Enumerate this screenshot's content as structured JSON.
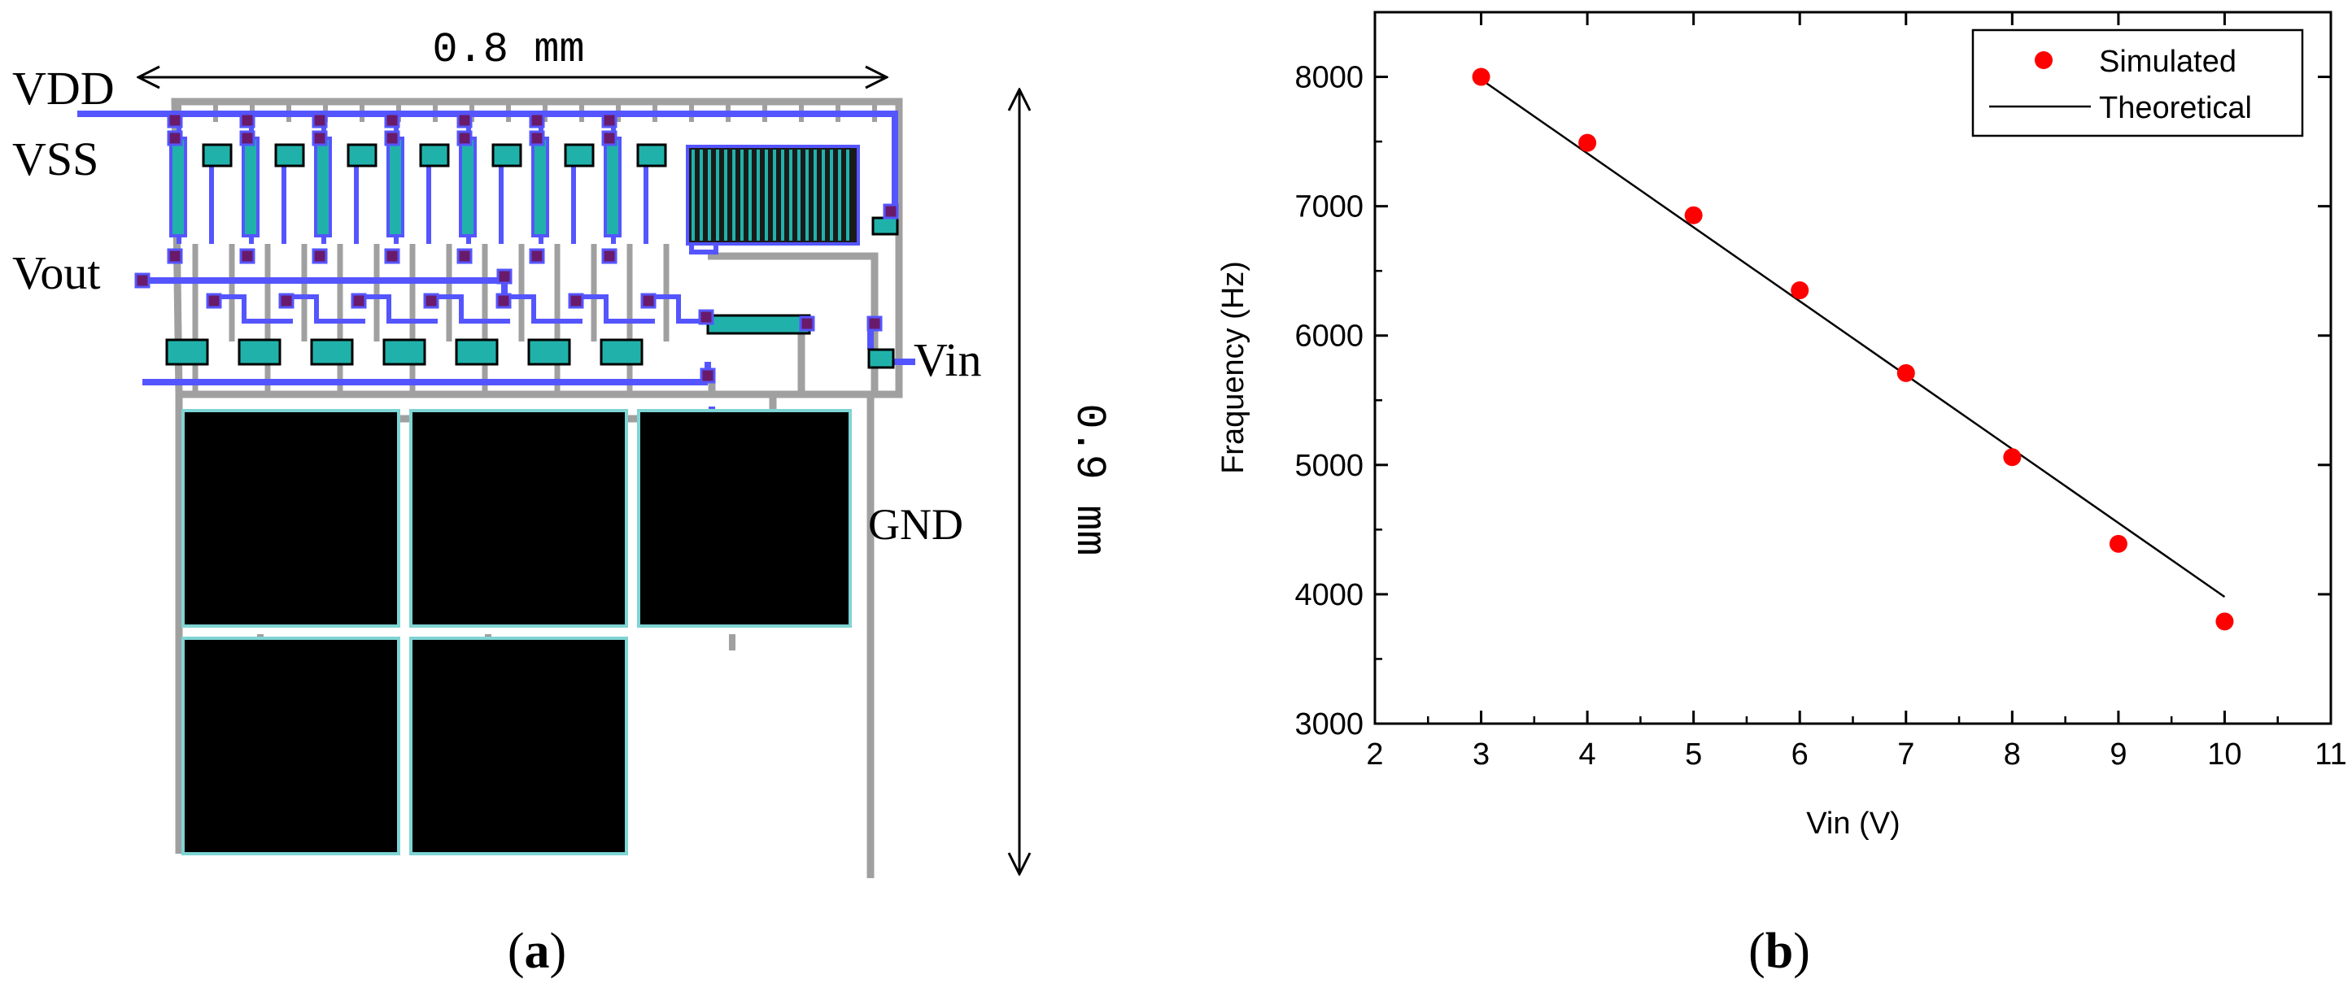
{
  "panel_a": {
    "label_open": "(",
    "label_letter": "a",
    "label_close": ")",
    "width_dim": "0.8  mm",
    "height_dim": "0.9  mm",
    "pins": {
      "vdd": "VDD",
      "vss": "VSS",
      "vout": "Vout",
      "vin": "Vin",
      "gnd": "GND"
    },
    "colors": {
      "metal": "#5555ff",
      "poly": "#a0a0a0",
      "device": "#20b2aa",
      "contact": "#6a1a6a",
      "pad": "#000000",
      "pad_border": "#7fd4d4"
    }
  },
  "panel_b": {
    "label_open": "(",
    "label_letter": "b",
    "label_close": ")",
    "chart_data": {
      "type": "scatter",
      "xlabel": "Vin (V)",
      "ylabel": "Fraquency (Hz)",
      "xlim": [
        2,
        11
      ],
      "ylim": [
        3000,
        8500
      ],
      "xticks": [
        2,
        3,
        4,
        5,
        6,
        7,
        8,
        9,
        10,
        11
      ],
      "yticks": [
        3000,
        4000,
        5000,
        6000,
        7000,
        8000
      ],
      "legend_position": "top-right",
      "grid": false,
      "series": [
        {
          "name": "Simulated",
          "kind": "scatter",
          "color": "#ff0000",
          "x": [
            3,
            4,
            5,
            6,
            7,
            8,
            9,
            10
          ],
          "y": [
            8000,
            7490,
            6930,
            6350,
            5710,
            5060,
            4390,
            3790
          ]
        },
        {
          "name": "Theoretical",
          "kind": "line",
          "color": "#000000",
          "x": [
            3,
            10
          ],
          "y": [
            7980,
            3980
          ]
        }
      ]
    }
  }
}
